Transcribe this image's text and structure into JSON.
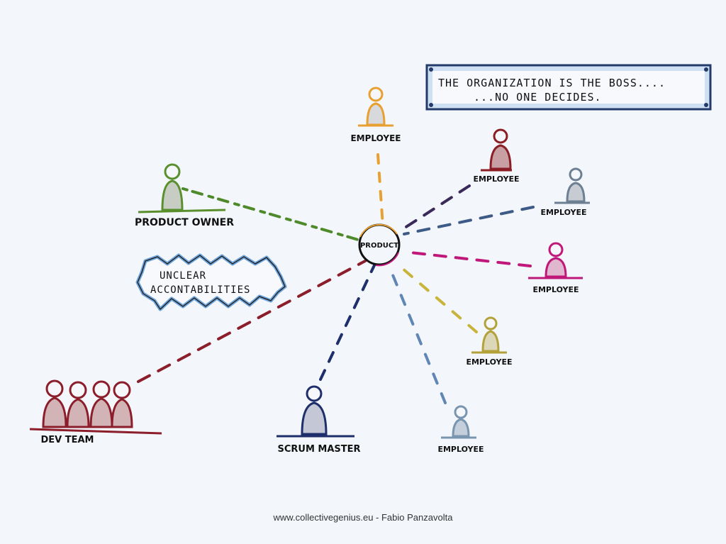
{
  "colors": {
    "background": "#f3f6fb",
    "employee_top": "#e8a030",
    "employee_darkred": "#8b1e24",
    "employee_grey": "#6d7f93",
    "employee_magenta": "#c0187a",
    "employee_olive": "#b3a23a",
    "employee_slate": "#7a95b0",
    "product_owner": "#5a8f2e",
    "scrum_master": "#1e2f6b",
    "dev_team": "#8b1e2a",
    "note_border": "#233a6b",
    "note_fill": "#cfe0f3",
    "cloud_edge": "#6fa3d8"
  },
  "note": {
    "line1": "THE ORGANIZATION IS THE BOSS....",
    "line2": "...NO ONE DECIDES."
  },
  "center": {
    "label": "PRODUCT"
  },
  "cloud": {
    "line1": "UNCLEAR",
    "line2": "ACCONTABILITIES"
  },
  "roles": {
    "employee_top": "EMPLOYEE",
    "employee_darkred": "EMPLOYEE",
    "employee_grey": "EMPLOYEE",
    "employee_magenta": "EMPLOYEE",
    "employee_olive": "EMPLOYEE",
    "employee_slate": "EMPLOYEE",
    "product_owner": "PRODUCT OWNER",
    "scrum_master": "SCRUM MASTER",
    "dev_team": "DEV TEAM"
  },
  "footer": "www.collectivegenius.eu - Fabio Panzavolta"
}
